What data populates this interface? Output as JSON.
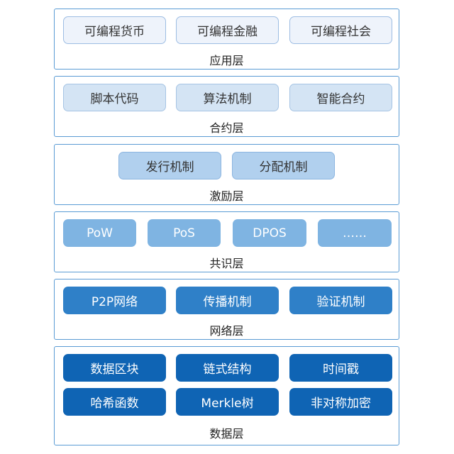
{
  "layers": [
    {
      "label": "应用层",
      "boxes": [
        "可编程货币",
        "可编程金融",
        "可编程社会"
      ]
    },
    {
      "label": "合约层",
      "boxes": [
        "脚本代码",
        "算法机制",
        "智能合约"
      ]
    },
    {
      "label": "激励层",
      "boxes": [
        "发行机制",
        "分配机制"
      ]
    },
    {
      "label": "共识层",
      "boxes": [
        "PoW",
        "PoS",
        "DPOS",
        "……"
      ]
    },
    {
      "label": "网络层",
      "boxes": [
        "P2P网络",
        "传播机制",
        "验证机制"
      ]
    },
    {
      "label": "数据层",
      "boxes": [
        "数据区块",
        "链式结构",
        "时间戳",
        "哈希函数",
        "Merkle树",
        "非对称加密"
      ]
    }
  ]
}
